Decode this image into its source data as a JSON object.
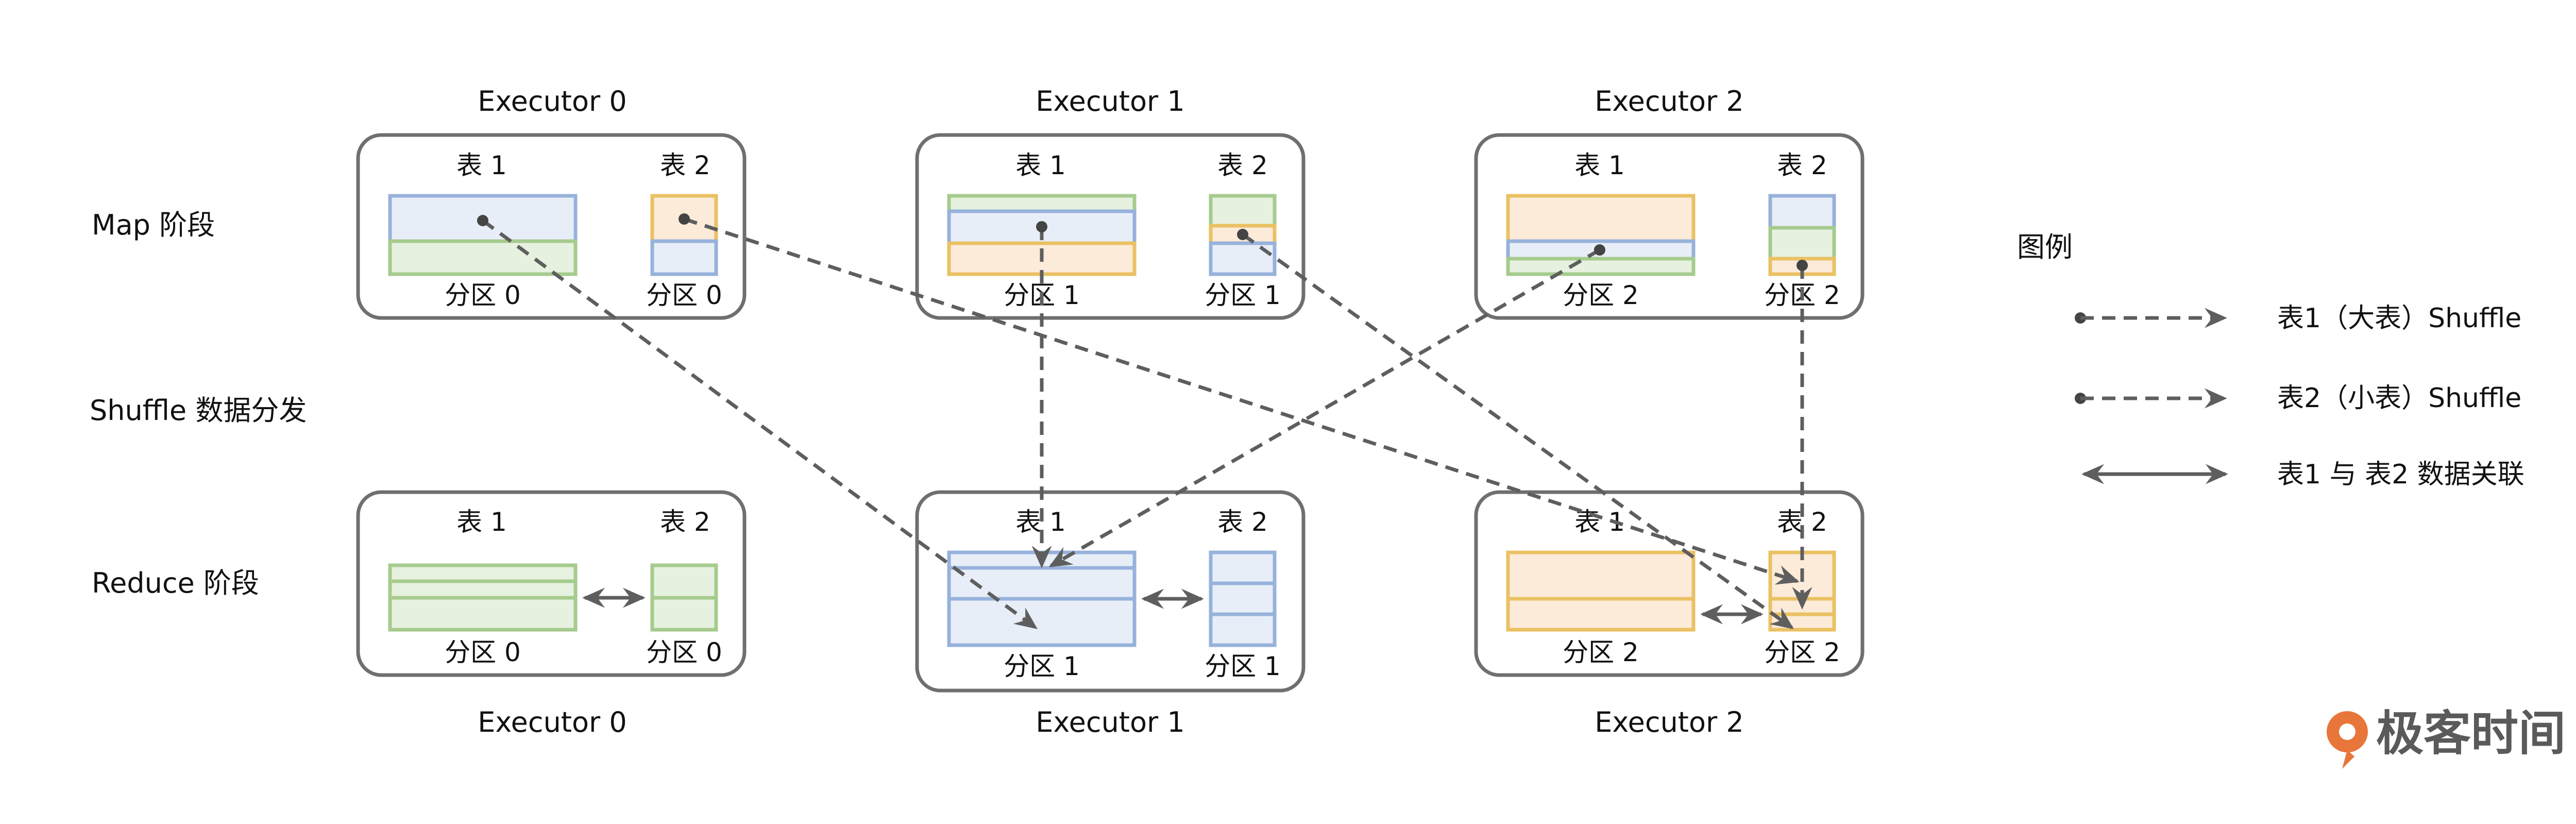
{
  "stage_labels": {
    "map": "Map 阶段",
    "shuffle": "Shuffle 数据分发",
    "reduce": "Reduce 阶段"
  },
  "executors": [
    "Executor 0",
    "Executor 1",
    "Executor 2"
  ],
  "table_labels": {
    "t1": "表 1",
    "t2": "表 2"
  },
  "partition_labels": [
    "分区 0",
    "分区 1",
    "分区 2"
  ],
  "legend": {
    "title": "图例",
    "items": [
      "表1（大表）Shuffle",
      "表2（小表）Shuffle",
      "表1 与 表2 数据关联"
    ]
  },
  "brand": {
    "name": "极客时间",
    "color": "#E8763A"
  },
  "colors": {
    "green_fill": "#E6F1DF",
    "green_stroke": "#A6CB8E",
    "blue_fill": "#E8EEF8",
    "blue_stroke": "#97B2DB",
    "orange_fill": "#FCEBD9",
    "orange_stroke": "#EAC163",
    "box_stroke": "#6F6F6F",
    "arrow": "#5E5E5E"
  }
}
